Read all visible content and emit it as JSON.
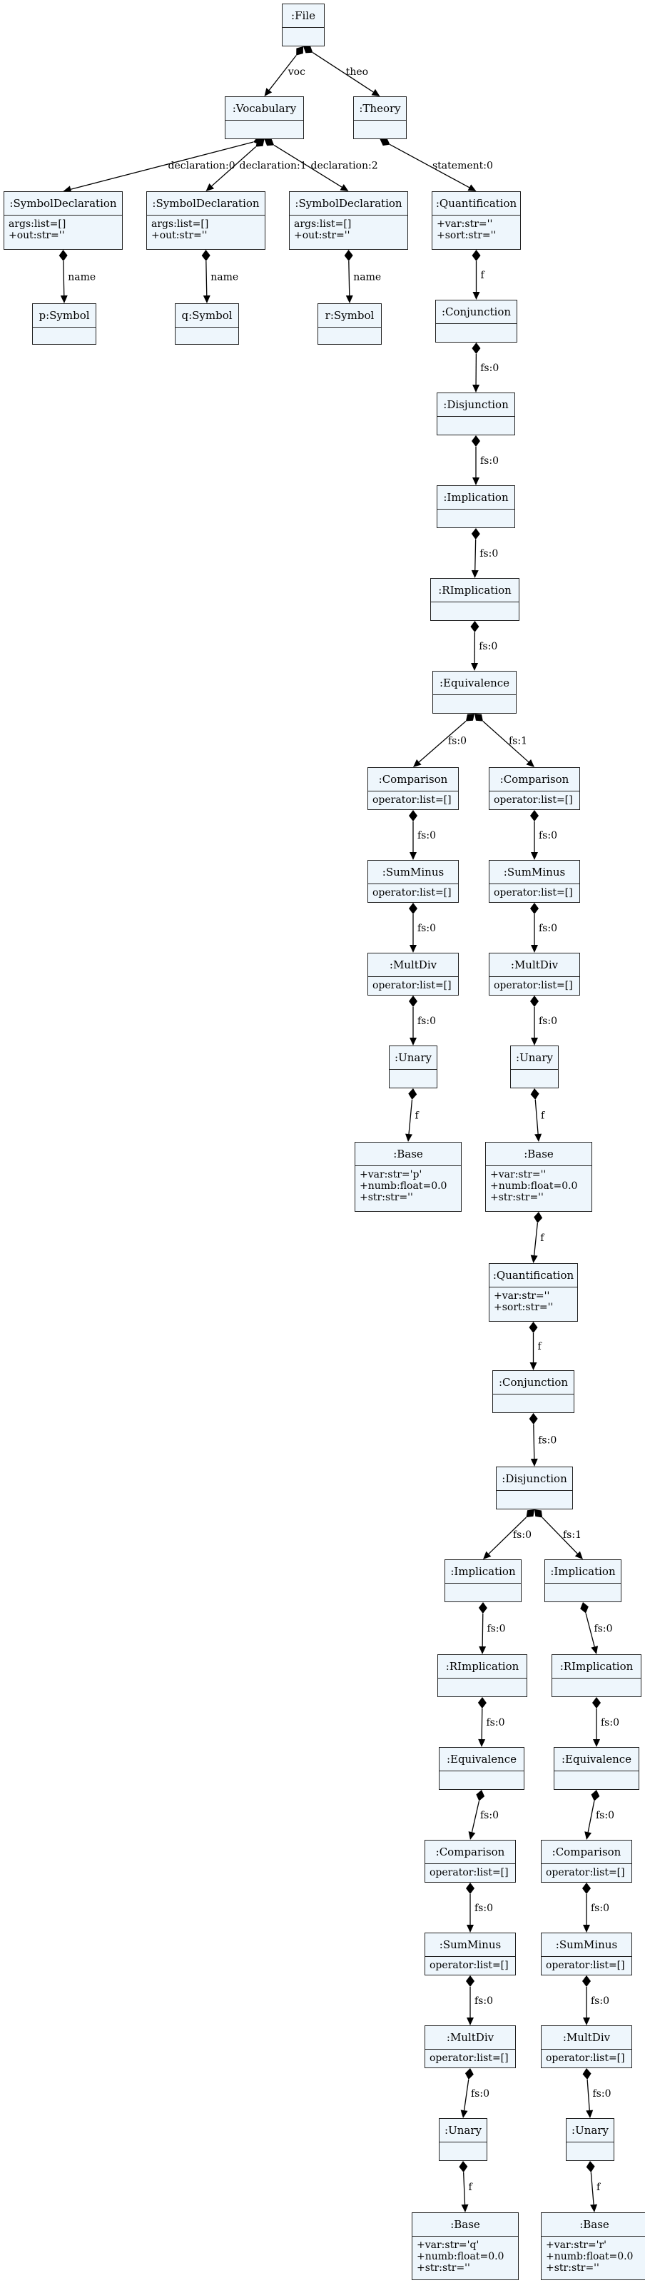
{
  "nodes": [
    {
      "id": "file",
      "title": ":File",
      "attrs": []
    },
    {
      "id": "vocab",
      "title": ":Vocabulary",
      "attrs": []
    },
    {
      "id": "theory",
      "title": ":Theory",
      "attrs": []
    },
    {
      "id": "sd0",
      "title": ":SymbolDeclaration",
      "attrs": [
        "args:list=[]",
        "+out:str=''"
      ]
    },
    {
      "id": "sd1",
      "title": ":SymbolDeclaration",
      "attrs": [
        "args:list=[]",
        "+out:str=''"
      ]
    },
    {
      "id": "sd2",
      "title": ":SymbolDeclaration",
      "attrs": [
        "args:list=[]",
        "+out:str=''"
      ]
    },
    {
      "id": "psym",
      "title": "p:Symbol",
      "attrs": []
    },
    {
      "id": "qsym",
      "title": "q:Symbol",
      "attrs": []
    },
    {
      "id": "rsym",
      "title": "r:Symbol",
      "attrs": []
    },
    {
      "id": "quant1",
      "title": ":Quantification",
      "attrs": [
        "+var:str=''",
        "+sort:str=''"
      ]
    },
    {
      "id": "conj1",
      "title": ":Conjunction",
      "attrs": []
    },
    {
      "id": "disj1",
      "title": ":Disjunction",
      "attrs": []
    },
    {
      "id": "impl1",
      "title": ":Implication",
      "attrs": []
    },
    {
      "id": "rimpl1",
      "title": ":RImplication",
      "attrs": []
    },
    {
      "id": "equiv1",
      "title": ":Equivalence",
      "attrs": []
    },
    {
      "id": "comp1a",
      "title": ":Comparison",
      "attrs": [
        "operator:list=[]"
      ]
    },
    {
      "id": "comp1b",
      "title": ":Comparison",
      "attrs": [
        "operator:list=[]"
      ]
    },
    {
      "id": "sm1a",
      "title": ":SumMinus",
      "attrs": [
        "operator:list=[]"
      ]
    },
    {
      "id": "sm1b",
      "title": ":SumMinus",
      "attrs": [
        "operator:list=[]"
      ]
    },
    {
      "id": "md1a",
      "title": ":MultDiv",
      "attrs": [
        "operator:list=[]"
      ]
    },
    {
      "id": "md1b",
      "title": ":MultDiv",
      "attrs": [
        "operator:list=[]"
      ]
    },
    {
      "id": "un1a",
      "title": ":Unary",
      "attrs": []
    },
    {
      "id": "un1b",
      "title": ":Unary",
      "attrs": []
    },
    {
      "id": "base1a",
      "title": ":Base",
      "attrs": [
        "+var:str='p'",
        "+numb:float=0.0",
        "+str:str=''"
      ]
    },
    {
      "id": "base1b",
      "title": ":Base",
      "attrs": [
        "+var:str=''",
        "+numb:float=0.0",
        "+str:str=''"
      ]
    },
    {
      "id": "quant2",
      "title": ":Quantification",
      "attrs": [
        "+var:str=''",
        "+sort:str=''"
      ]
    },
    {
      "id": "conj2",
      "title": ":Conjunction",
      "attrs": []
    },
    {
      "id": "disj2",
      "title": ":Disjunction",
      "attrs": []
    },
    {
      "id": "impl2a",
      "title": ":Implication",
      "attrs": []
    },
    {
      "id": "impl2b",
      "title": ":Implication",
      "attrs": []
    },
    {
      "id": "rimpl2a",
      "title": ":RImplication",
      "attrs": []
    },
    {
      "id": "rimpl2b",
      "title": ":RImplication",
      "attrs": []
    },
    {
      "id": "equiv2a",
      "title": ":Equivalence",
      "attrs": []
    },
    {
      "id": "equiv2b",
      "title": ":Equivalence",
      "attrs": []
    },
    {
      "id": "comp2a",
      "title": ":Comparison",
      "attrs": [
        "operator:list=[]"
      ]
    },
    {
      "id": "comp2b",
      "title": ":Comparison",
      "attrs": [
        "operator:list=[]"
      ]
    },
    {
      "id": "sm2a",
      "title": ":SumMinus",
      "attrs": [
        "operator:list=[]"
      ]
    },
    {
      "id": "sm2b",
      "title": ":SumMinus",
      "attrs": [
        "operator:list=[]"
      ]
    },
    {
      "id": "md2a",
      "title": ":MultDiv",
      "attrs": [
        "operator:list=[]"
      ]
    },
    {
      "id": "md2b",
      "title": ":MultDiv",
      "attrs": [
        "operator:list=[]"
      ]
    },
    {
      "id": "un2a",
      "title": ":Unary",
      "attrs": []
    },
    {
      "id": "un2b",
      "title": ":Unary",
      "attrs": []
    },
    {
      "id": "base2a",
      "title": ":Base",
      "attrs": [
        "+var:str='q'",
        "+numb:float=0.0",
        "+str:str=''"
      ]
    },
    {
      "id": "base2b",
      "title": ":Base",
      "attrs": [
        "+var:str='r'",
        "+numb:float=0.0",
        "+str:str=''"
      ]
    }
  ],
  "edges": [
    {
      "from": "file",
      "to": "vocab",
      "label": "voc"
    },
    {
      "from": "file",
      "to": "theory",
      "label": "theo"
    },
    {
      "from": "vocab",
      "to": "sd0",
      "label": "declaration:0"
    },
    {
      "from": "vocab",
      "to": "sd1",
      "label": "declaration:1"
    },
    {
      "from": "vocab",
      "to": "sd2",
      "label": "declaration:2"
    },
    {
      "from": "sd0",
      "to": "psym",
      "label": "name"
    },
    {
      "from": "sd1",
      "to": "qsym",
      "label": "name"
    },
    {
      "from": "sd2",
      "to": "rsym",
      "label": "name"
    },
    {
      "from": "theory",
      "to": "quant1",
      "label": "statement:0"
    },
    {
      "from": "quant1",
      "to": "conj1",
      "label": "f"
    },
    {
      "from": "conj1",
      "to": "disj1",
      "label": "fs:0"
    },
    {
      "from": "disj1",
      "to": "impl1",
      "label": "fs:0"
    },
    {
      "from": "impl1",
      "to": "rimpl1",
      "label": "fs:0"
    },
    {
      "from": "rimpl1",
      "to": "equiv1",
      "label": "fs:0"
    },
    {
      "from": "equiv1",
      "to": "comp1a",
      "label": "fs:0"
    },
    {
      "from": "equiv1",
      "to": "comp1b",
      "label": "fs:1"
    },
    {
      "from": "comp1a",
      "to": "sm1a",
      "label": "fs:0"
    },
    {
      "from": "comp1b",
      "to": "sm1b",
      "label": "fs:0"
    },
    {
      "from": "sm1a",
      "to": "md1a",
      "label": "fs:0"
    },
    {
      "from": "sm1b",
      "to": "md1b",
      "label": "fs:0"
    },
    {
      "from": "md1a",
      "to": "un1a",
      "label": "fs:0"
    },
    {
      "from": "md1b",
      "to": "un1b",
      "label": "fs:0"
    },
    {
      "from": "un1a",
      "to": "base1a",
      "label": "f"
    },
    {
      "from": "un1b",
      "to": "base1b",
      "label": "f"
    },
    {
      "from": "base1b",
      "to": "quant2",
      "label": "f"
    },
    {
      "from": "quant2",
      "to": "conj2",
      "label": "f"
    },
    {
      "from": "conj2",
      "to": "disj2",
      "label": "fs:0"
    },
    {
      "from": "disj2",
      "to": "impl2a",
      "label": "fs:0"
    },
    {
      "from": "disj2",
      "to": "impl2b",
      "label": "fs:1"
    },
    {
      "from": "impl2a",
      "to": "rimpl2a",
      "label": "fs:0"
    },
    {
      "from": "impl2b",
      "to": "rimpl2b",
      "label": "fs:0"
    },
    {
      "from": "rimpl2a",
      "to": "equiv2a",
      "label": "fs:0"
    },
    {
      "from": "rimpl2b",
      "to": "equiv2b",
      "label": "fs:0"
    },
    {
      "from": "equiv2a",
      "to": "comp2a",
      "label": "fs:0"
    },
    {
      "from": "equiv2b",
      "to": "comp2b",
      "label": "fs:0"
    },
    {
      "from": "comp2a",
      "to": "sm2a",
      "label": "fs:0"
    },
    {
      "from": "comp2b",
      "to": "sm2b",
      "label": "fs:0"
    },
    {
      "from": "sm2a",
      "to": "md2a",
      "label": "fs:0"
    },
    {
      "from": "sm2b",
      "to": "md2b",
      "label": "fs:0"
    },
    {
      "from": "md2a",
      "to": "un2a",
      "label": "fs:0"
    },
    {
      "from": "md2b",
      "to": "un2b",
      "label": "fs:0"
    },
    {
      "from": "un2a",
      "to": "base2a",
      "label": "f"
    },
    {
      "from": "un2b",
      "to": "base2b",
      "label": "f"
    }
  ]
}
